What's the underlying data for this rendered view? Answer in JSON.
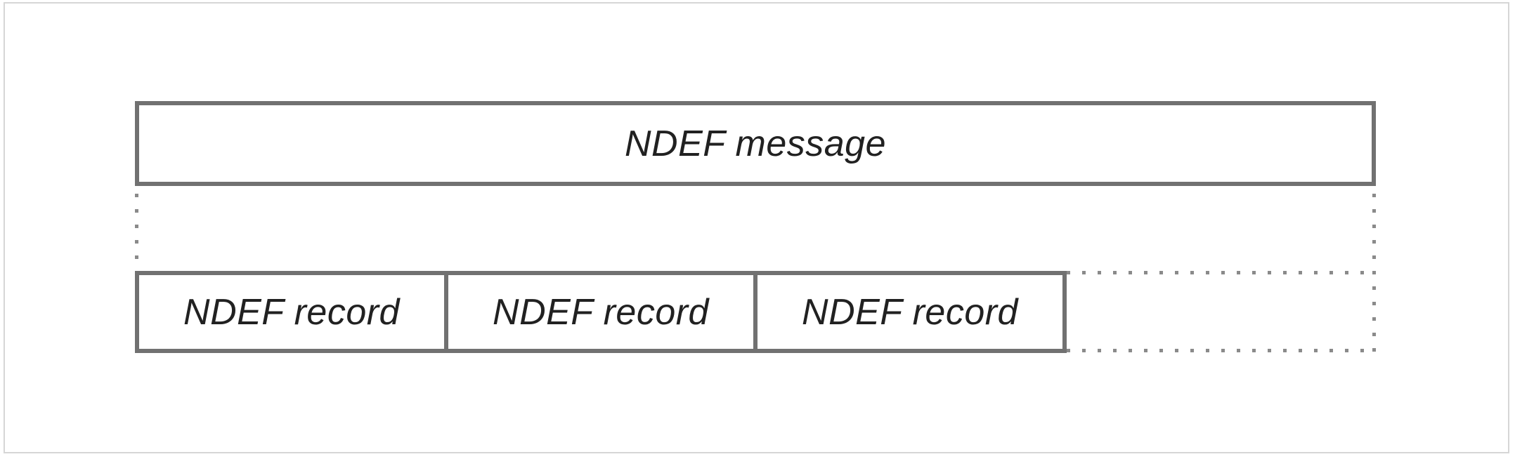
{
  "diagram": {
    "message_box": {
      "label": "NDEF message"
    },
    "records": [
      {
        "label": "NDEF record"
      },
      {
        "label": "NDEF record"
      },
      {
        "label": "NDEF record"
      }
    ],
    "colors": {
      "box_border": "#717171",
      "dotted_line": "#8a8a8a",
      "label_text": "#212121",
      "page_border": "#d6d6d6",
      "background": "#ffffff"
    }
  }
}
